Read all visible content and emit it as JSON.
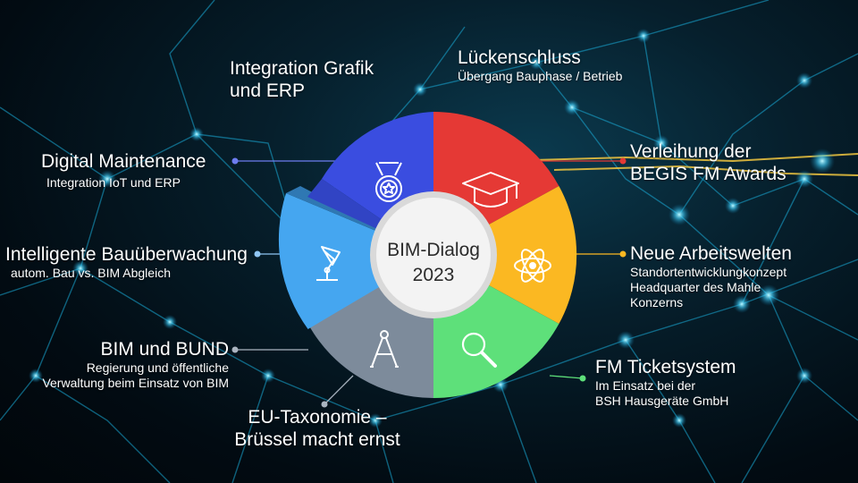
{
  "center": {
    "line1": "BIM-Dialog",
    "line2": "2023"
  },
  "segments": [
    {
      "id": "wind",
      "color": "#e53935",
      "icon": "graduation-cap-icon"
    },
    {
      "id": "orange",
      "color": "#fbb822",
      "icon": "atom-icon"
    },
    {
      "id": "green",
      "color": "#5ee07a",
      "icon": "magnifier-icon"
    },
    {
      "id": "gray",
      "color": "#7d8b9b",
      "icon": "compass-icon"
    },
    {
      "id": "lightblue",
      "color": "#45a6f0",
      "icon": "desk-lamp-icon"
    },
    {
      "id": "blue",
      "color": "#3a4de0",
      "icon": "medal-icon"
    }
  ],
  "topics": {
    "integration_grafik": {
      "title": "Integration Grafik\nund ERP"
    },
    "lueckenschluss": {
      "title": "Lückenschluss",
      "sub": "Übergang Bauphase / Betrieb"
    },
    "verleihung": {
      "title": "Verleihung der\nBEGIS FM Awards"
    },
    "arbeitswelten": {
      "title": "Neue Arbeitswelten",
      "sub": "Standortentwicklungkonzept\nHeadquarter des Mahle\nKonzerns"
    },
    "ticketsystem": {
      "title": "FM Ticketsystem",
      "sub": "Im Einsatz bei der\nBSH Hausgeräte GmbH"
    },
    "eu_taxonomie": {
      "title": "EU-Taxonomie –\nBrüssel macht ernst"
    },
    "bim_bund": {
      "title": "BIM und BUND",
      "sub": "Regierung und öffentliche\nVerwaltung beim Einsatz von BIM"
    },
    "bauueberwachung": {
      "title": "Intelligente Bauüberwachung",
      "sub": "autom. Bau vs. BIM Abgleich"
    },
    "digital_maintenance": {
      "title": "Digital Maintenance",
      "sub": "Integration IoT und ERP"
    }
  }
}
